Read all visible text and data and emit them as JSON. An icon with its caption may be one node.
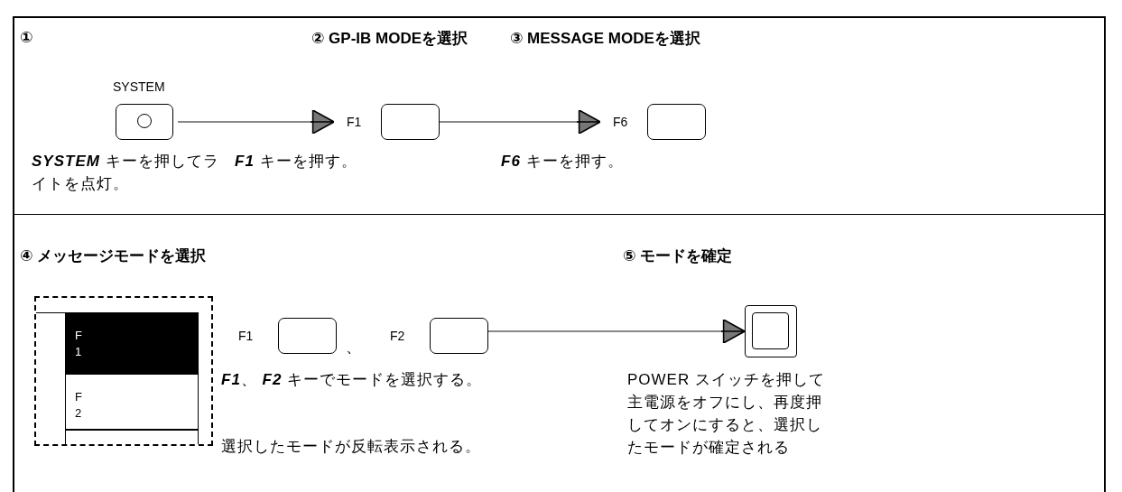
{
  "diagram": {
    "nodes": [
      {
        "text": [
          "SYSTEM"
        ]
      },
      {
        "text": [
          "F1"
        ]
      },
      {
        "text": [
          "F6"
        ]
      },
      {
        "text": [],
        "shape": "box"
      },
      {
        "text": [
          "F 1"
        ],
        "in": 3
      },
      {
        "text": [
          "F 2"
        ],
        "in": 3
      },
      {
        "text": [],
        "shape": "box",
        "in": 3
      },
      {
        "text": [
          "F1"
        ]
      },
      {
        "text": [
          "F2"
        ]
      },
      {
        "text": [],
        "shape": "box"
      }
    ],
    "edges": [
      {
        "from": 0,
        "to": 1,
        "arrow": "to"
      },
      {
        "from": 1,
        "to": 2,
        "arrow": "to"
      },
      {
        "from": 8,
        "to": 9,
        "arrow": "to"
      }
    ],
    "labels": [
      "①",
      "② GP-IB MODEを選択",
      "③ MESSAGE MODEを選択",
      "**SYSTEM** キーを押してライトを点灯。",
      "**F1** キーを押す。",
      "**F6** キーを押す。",
      "④ メッセージモードを選択",
      "⑤ モードを確定",
      "、",
      "**F1**、 **F2** キーでモードを選択する。",
      "選択したモードが反転表示される。",
      "POWER スイッチを押して主電源をオフにし、再度押してオンにすると、選択したモードが確定される"
    ]
  }
}
